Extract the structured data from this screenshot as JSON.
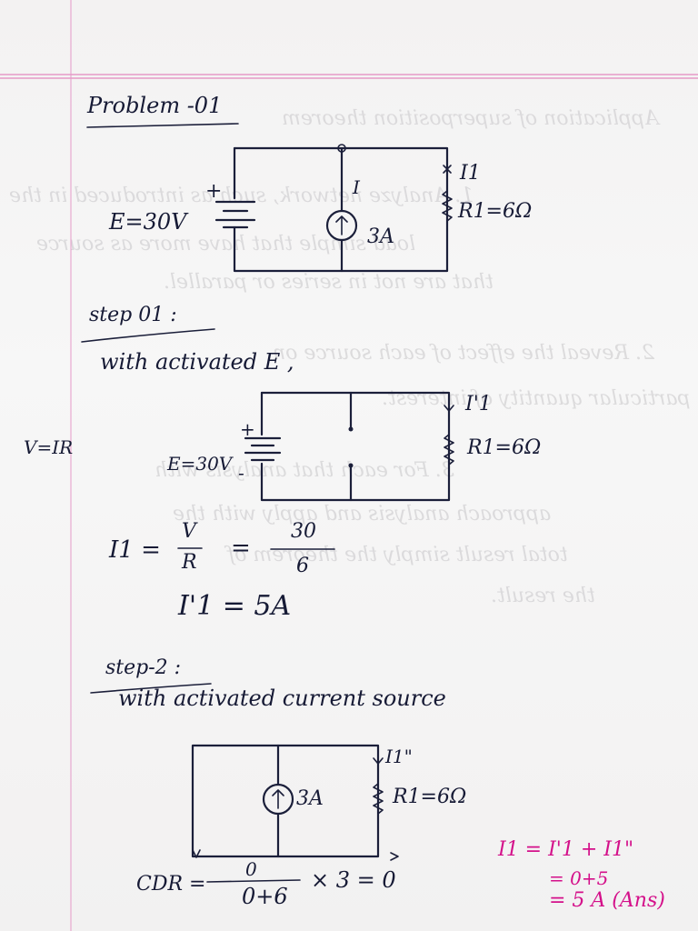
{
  "title": "Problem -01",
  "circuit1": {
    "source_label": "E=30V",
    "plus": "+",
    "current_label": "I",
    "current_source": "3A",
    "resistor_current": "I1",
    "resistor_label": "R1=6Ω"
  },
  "step1": {
    "heading": "step 01 :",
    "subheading": "with activated E ,",
    "margin_note": "V=IR",
    "source_label": "E=30V",
    "plus": "+",
    "minus": "-",
    "resistor_current": "I'1",
    "resistor_label": "R1=6Ω",
    "eq1_lhs": "I1 =",
    "eq1_frac_num": "V",
    "eq1_frac_den": "R",
    "eq1_mid": "=",
    "eq1_frac2_num": "30",
    "eq1_frac2_den": "6",
    "eq2": "I'1  = 5A"
  },
  "step2": {
    "heading": "step-2 :",
    "subheading": "with activated current source",
    "current_source": "3A",
    "resistor_current": "I1\"",
    "resistor_label": "R1=6Ω",
    "cdr_lhs": "CDR =",
    "cdr_num": "0",
    "cdr_den": "0+6",
    "cdr_rhs": "× 3 = 0"
  },
  "result": {
    "line1": "I1 = I'1 + I1\"",
    "line2": "= 0+5",
    "line3": "= 5 A (Ans)"
  },
  "show_through": [
    "Application of superposition theorem",
    "1. Analyze network, such as introduced in the",
    "load simple that have more as source",
    "that are not in series or parallel.",
    "2. Reveal the effect of each source on",
    "particular quantity of interest.",
    "3. For each that analysis with",
    "approach analysis and apply with the",
    "total result simply the theorem of",
    "the result."
  ],
  "colors": {
    "ink": "#1b1f3a",
    "pink": "#d4108a",
    "rule": "#e59ac8"
  }
}
